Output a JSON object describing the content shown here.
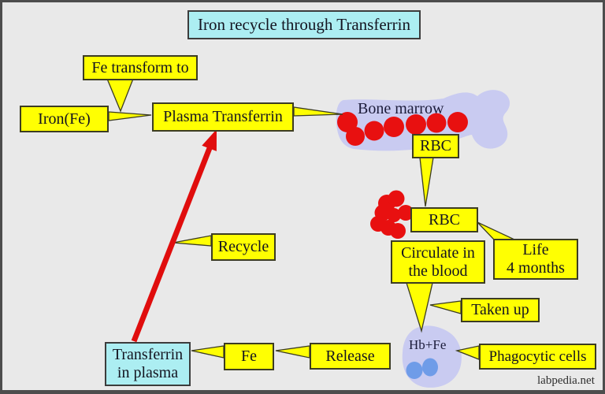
{
  "diagram": {
    "title": "Iron recycle through Transferrin",
    "nodes": {
      "fe_transform": "Fe transform to",
      "iron_fe": "Iron(Fe)",
      "plasma_transferrin": "Plasma Transferrin",
      "bone_marrow": "Bone marrow",
      "rbc_marrow": "RBC",
      "rbc_blood": "RBC",
      "life": "Life\n4 months",
      "circulate": "Circulate in\nthe blood",
      "taken_up": "Taken up",
      "recycle": "Recycle",
      "transferrin_in_plasma": "Transferrin\nin plasma",
      "fe": "Fe",
      "release": "Release",
      "hb_fe": "Hb+Fe",
      "phagocytic_cells": "Phagocytic cells"
    },
    "watermark": "labpedia.net",
    "colors": {
      "background": "#e9e9e9",
      "frame": "#4d4d4d",
      "callout_yellow": "#ffff02",
      "box_cyan": "#aceef2",
      "bone_lavender": "#c9cbf1",
      "rbc_red": "#e81010",
      "arrow_red": "#e00d0d",
      "cell_blue": "#6f9ce8",
      "text": "#141420"
    },
    "rbc_dot_count_marrow": 7,
    "rbc_dot_count_cluster": 8
  }
}
